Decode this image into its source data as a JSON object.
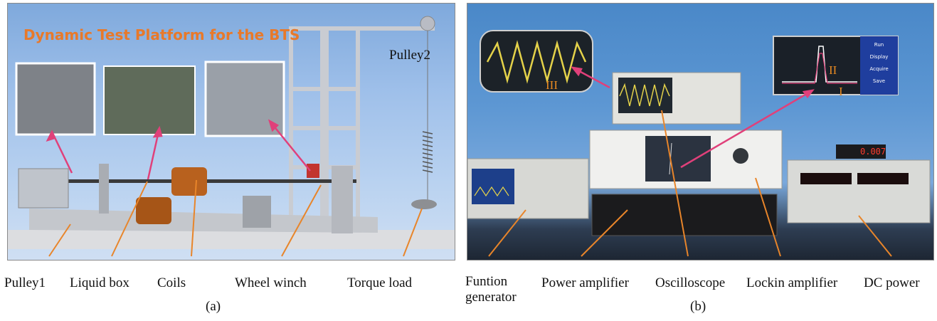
{
  "panel_a": {
    "title": "Dynamic Test Platform for the BTS",
    "pulley2": "Pulley2",
    "labels": {
      "pulley1": "Pulley1",
      "liquid_box": "Liquid box",
      "coils": "Coils",
      "wheel_winch": "Wheel winch",
      "torque_load": "Torque load"
    },
    "caption": "(a)"
  },
  "panel_b": {
    "osc_marker": "III",
    "lockin_marker_upper": "II",
    "lockin_marker_lower": "I",
    "lockin_menu": [
      "Run",
      "Display",
      "Acquire",
      "Save"
    ],
    "dc_readout": "0.007",
    "labels": {
      "function_generator_line1": "Funtion",
      "function_generator_line2": "generator",
      "power_amplifier": "Power amplifier",
      "oscilloscope": "Oscilloscope",
      "lockin_amplifier": "Lockin amplifier",
      "dc_power": "DC power"
    },
    "caption": "(b)"
  },
  "colors": {
    "arrow_pink": "#e0407a",
    "leader_orange": "#e8852a",
    "title_orange": "#e8792a"
  }
}
